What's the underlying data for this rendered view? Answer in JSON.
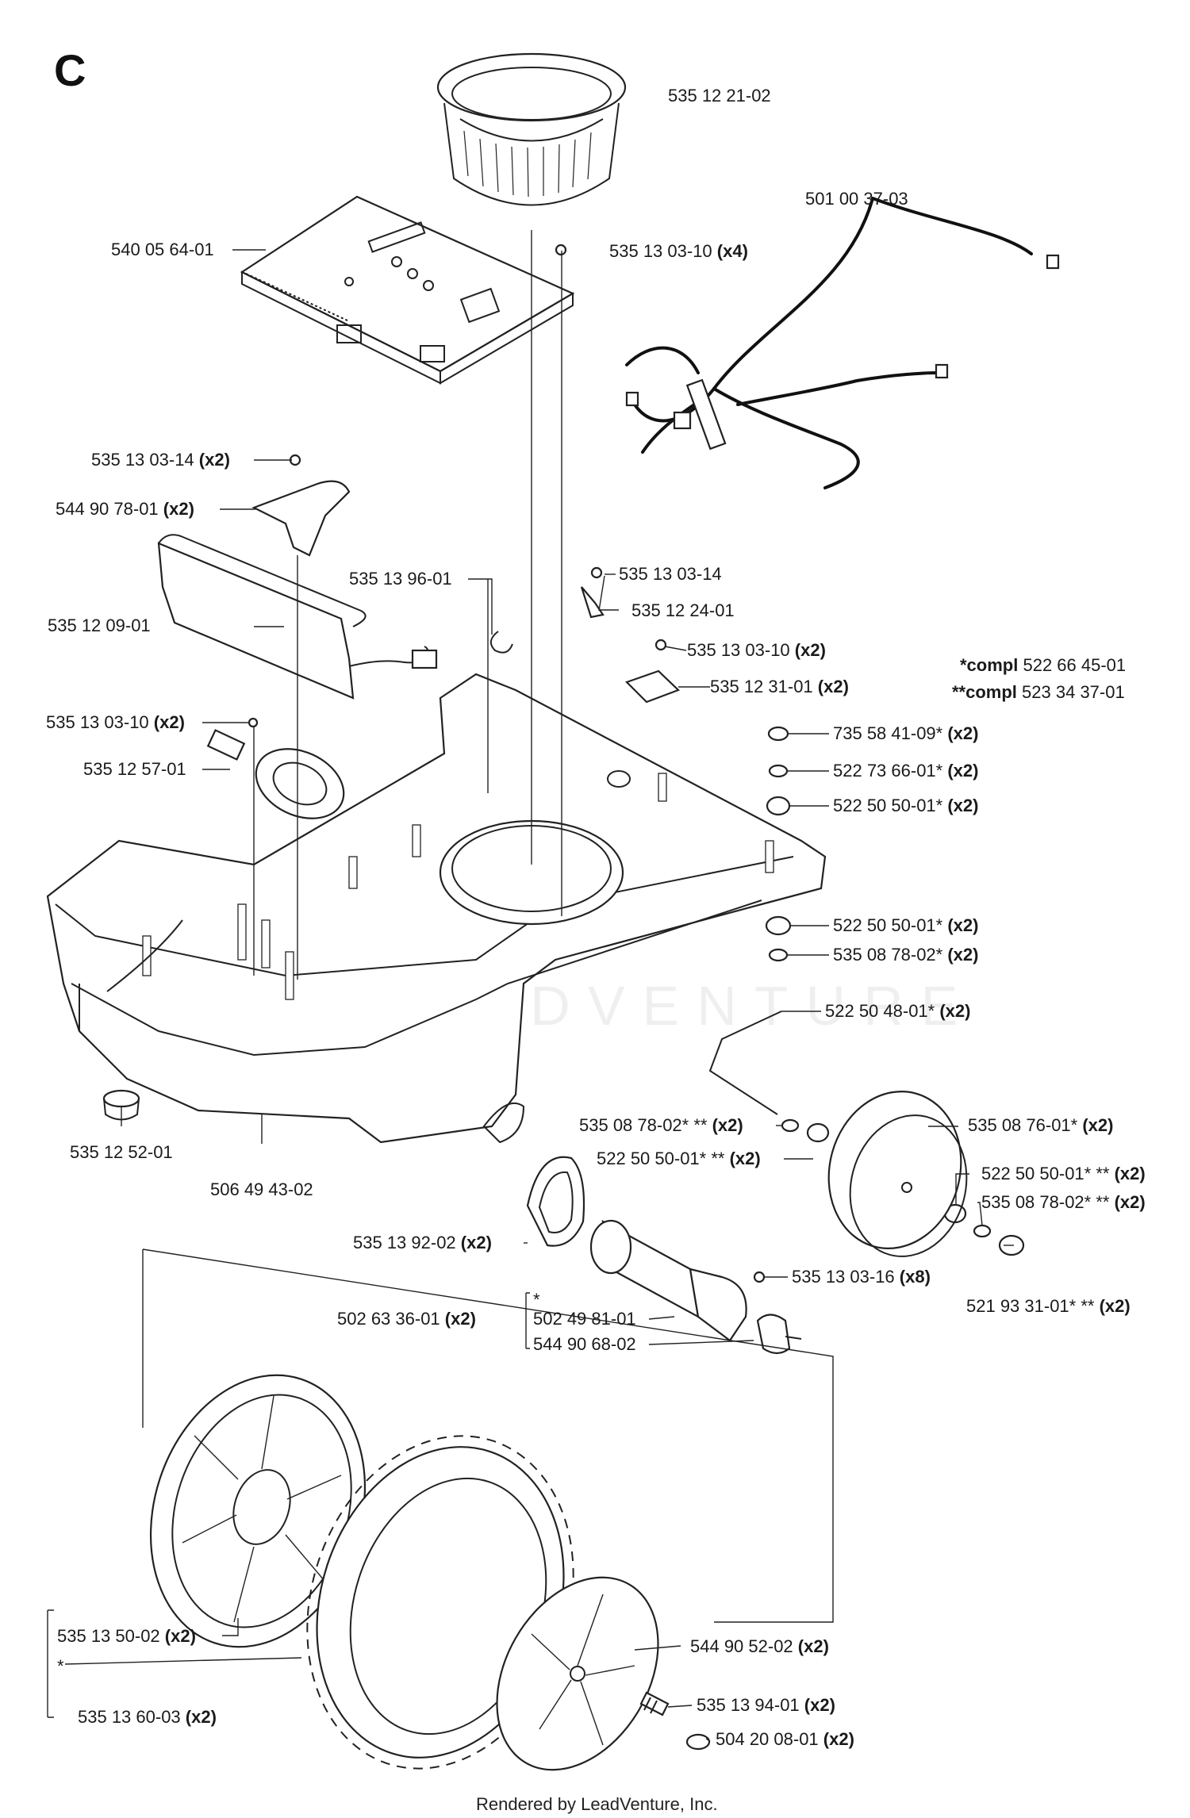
{
  "section": "C",
  "footer": "Rendered by LeadVenture, Inc.",
  "watermark": "LEADVENTURE",
  "notes": {
    "compl1_marker": "*compl",
    "compl1_part": "522 66 45-01",
    "compl2_marker": "**compl",
    "compl2_part": "523 34 37-01"
  },
  "callouts": [
    {
      "part": "535 12 21-02",
      "qty": ""
    },
    {
      "part": "501 00 37-03",
      "qty": ""
    },
    {
      "part": "540 05 64-01",
      "qty": ""
    },
    {
      "part": "535 13 03-10",
      "qty": "(x4)"
    },
    {
      "part": "535 13 03-14",
      "qty": "(x2)"
    },
    {
      "part": "544 90 78-01",
      "qty": "(x2)"
    },
    {
      "part": "535 13 96-01",
      "qty": ""
    },
    {
      "part": "535 13 03-14",
      "qty": ""
    },
    {
      "part": "535 12 24-01",
      "qty": ""
    },
    {
      "part": "535 12 09-01",
      "qty": ""
    },
    {
      "part": "535 13 03-10",
      "qty": "(x2)"
    },
    {
      "part": "535 12 31-01",
      "qty": "(x2)"
    },
    {
      "part": "535 13 03-10",
      "qty": "(x2)"
    },
    {
      "part": "735 58 41-09*",
      "qty": "(x2)"
    },
    {
      "part": "535 12 57-01",
      "qty": ""
    },
    {
      "part": "522 73 66-01*",
      "qty": "(x2)"
    },
    {
      "part": "522 50 50-01*",
      "qty": "(x2)"
    },
    {
      "part": "522 50 50-01*",
      "qty": "(x2)"
    },
    {
      "part": "535 08 78-02*",
      "qty": "(x2)"
    },
    {
      "part": "522 50 48-01*",
      "qty": "(x2)"
    },
    {
      "part": "535 08 78-02* **",
      "qty": "(x2)"
    },
    {
      "part": "535 08 76-01*",
      "qty": "(x2)"
    },
    {
      "part": "535 12 52-01",
      "qty": ""
    },
    {
      "part": "522 50 50-01* **",
      "qty": "(x2)"
    },
    {
      "part": "522 50 50-01* **",
      "qty": "(x2)"
    },
    {
      "part": "506 49 43-02",
      "qty": ""
    },
    {
      "part": "535 08 78-02* **",
      "qty": "(x2)"
    },
    {
      "part": "535 13 92-02",
      "qty": "(x2)"
    },
    {
      "part": "535 13 03-16",
      "qty": "(x8)"
    },
    {
      "part": "521 93 31-01* **",
      "qty": "(x2)"
    },
    {
      "part": "*",
      "qty": ""
    },
    {
      "part": "502 63 36-01",
      "qty": "(x2)"
    },
    {
      "part": "502 49 81-01",
      "qty": ""
    },
    {
      "part": "544 90 68-02",
      "qty": ""
    },
    {
      "part": "535 13 50-02",
      "qty": "(x2)"
    },
    {
      "part": "544 90 52-02",
      "qty": "(x2)"
    },
    {
      "part": "*",
      "qty": ""
    },
    {
      "part": "535 13 94-01",
      "qty": "(x2)"
    },
    {
      "part": "535 13 60-03",
      "qty": "(x2)"
    },
    {
      "part": "504 20 08-01",
      "qty": "(x2)"
    }
  ]
}
